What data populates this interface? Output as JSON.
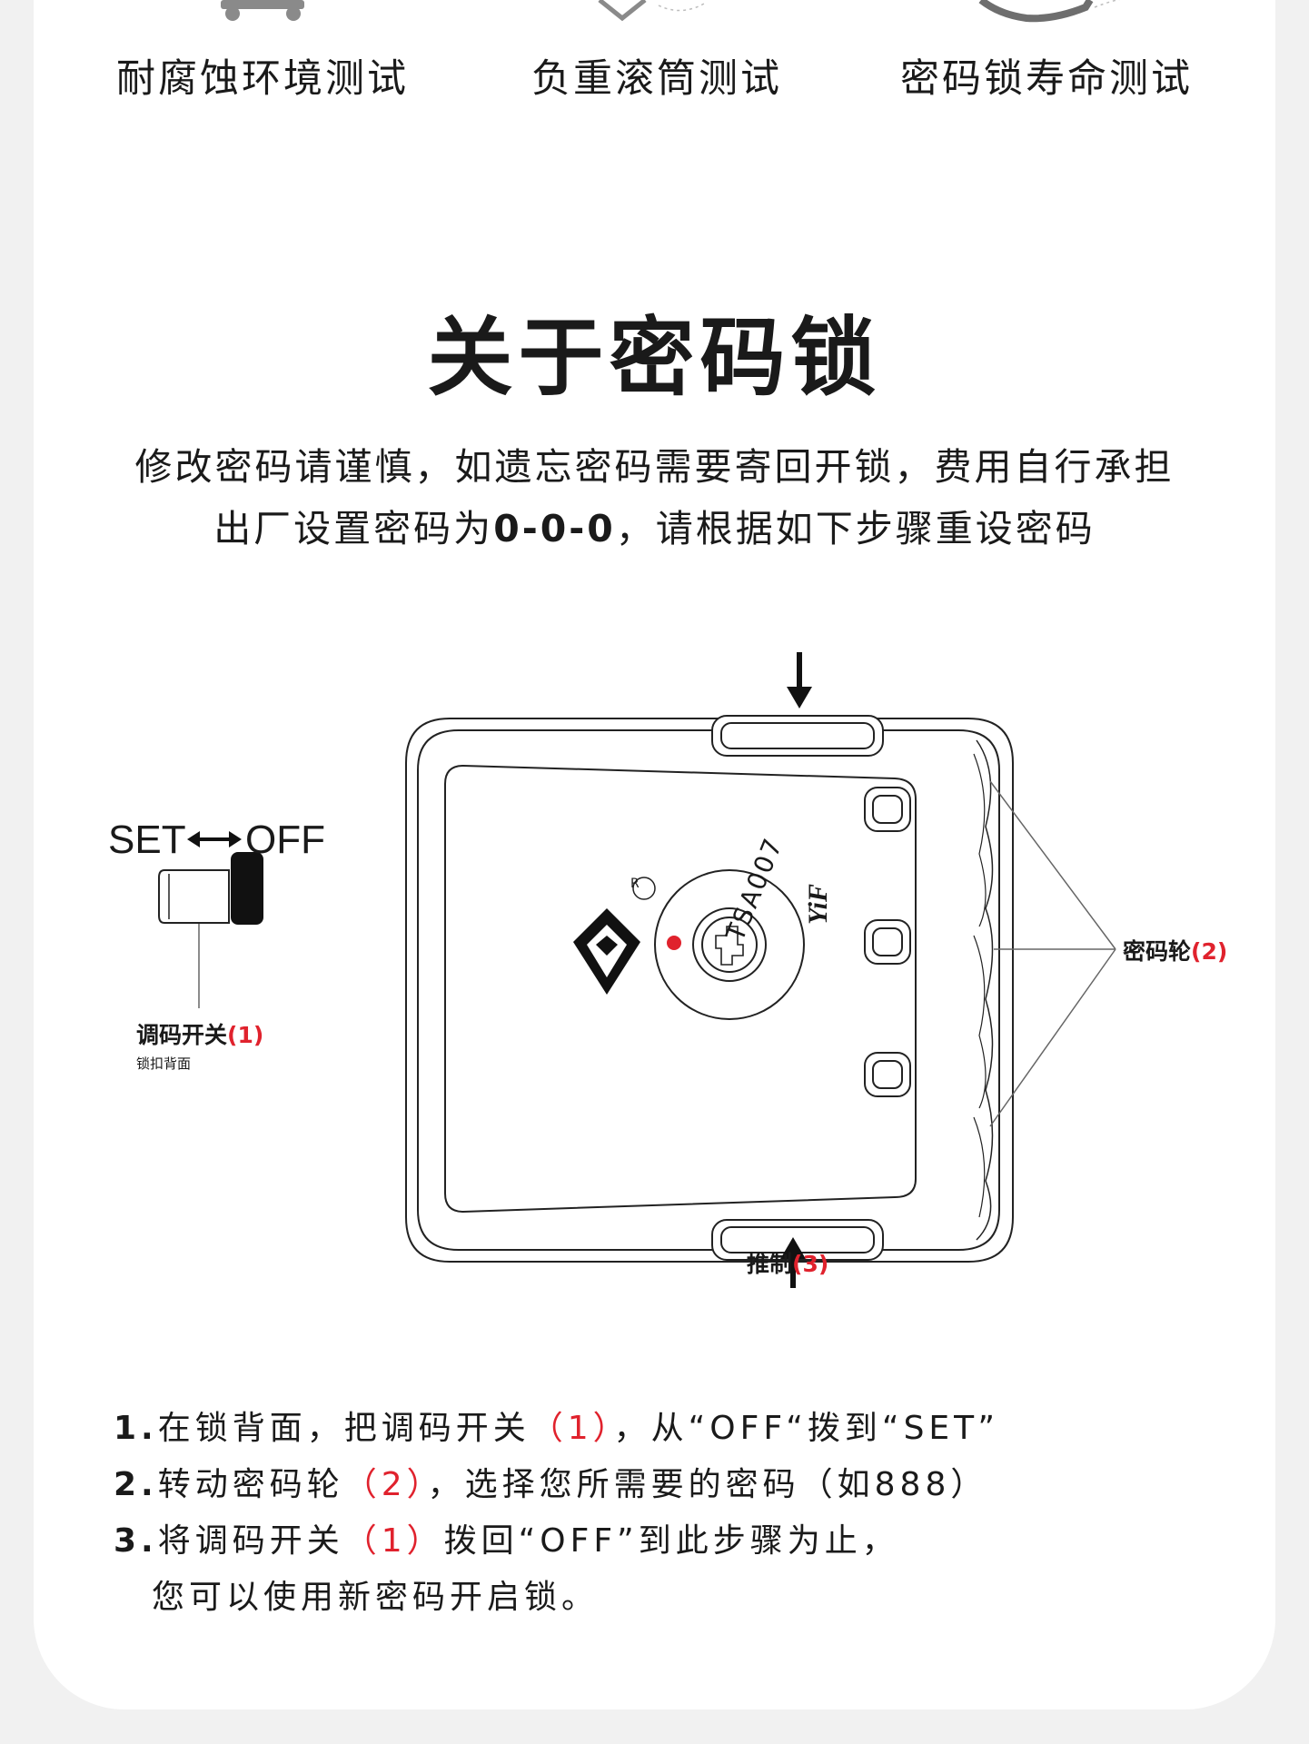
{
  "tests": [
    {
      "label": "耐腐蚀环境测试"
    },
    {
      "label": "负重滚筒测试"
    },
    {
      "label": "密码锁寿命测试"
    }
  ],
  "section": {
    "title": "关于密码锁",
    "intro_line1": "修改密码请谨慎，如遗忘密码需要寄回开锁，费用自行承担",
    "intro_line2_prefix": "出厂设置密码为",
    "intro_line2_code": "0-0-0",
    "intro_line2_suffix": "，请根据如下步骤重设密码"
  },
  "diagram": {
    "set_label": "SET",
    "off_label": "OFF",
    "switch_label": "调码开关",
    "switch_num": "(1)",
    "switch_sub": "锁扣背面",
    "wheel_label": "密码轮",
    "wheel_num": "(2)",
    "push_label": "推制",
    "push_num": "(3)",
    "tsa_text": "TSA007",
    "brand_text": "YiF",
    "registered": "R"
  },
  "steps": [
    {
      "num": "1.",
      "a": "在锁背面，把调码开关",
      "b": "（1）",
      "c": "，从“OFF“拨到“SET”"
    },
    {
      "num": "2.",
      "a": "转动密码轮",
      "b": "（2）",
      "c": "，选择您所需要的密码（如888）"
    },
    {
      "num": "3.",
      "a": "将调码开关",
      "b": "（1）",
      "c": "拨回“OFF”到此步骤为止，"
    },
    {
      "num": "",
      "a": "您可以使用新密码开启锁。",
      "b": "",
      "c": ""
    }
  ],
  "colors": {
    "accent": "#e0222d",
    "text": "#1a1a1a",
    "page_bg": "#f1f1f1",
    "card_bg": "#ffffff"
  }
}
